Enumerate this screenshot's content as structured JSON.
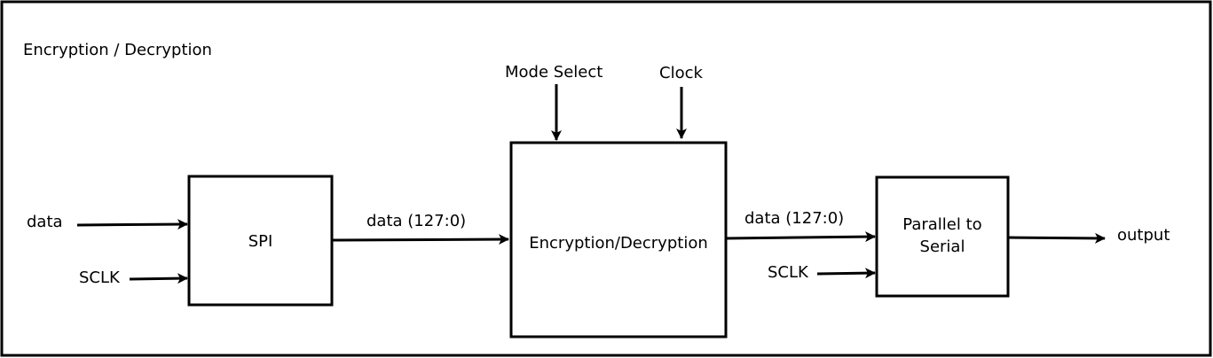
{
  "diagram": {
    "title": "Encryption / Decryption",
    "blocks": {
      "spi": "SPI",
      "core": "Encryption/Decryption",
      "p2s_line1": "Parallel to",
      "p2s_line2": "Serial"
    },
    "signals": {
      "data_in": "data",
      "sclk_in": "SCLK",
      "bus_spi_core": "data (127:0)",
      "mode_select": "Mode Select",
      "clock": "Clock",
      "bus_core_p2s": "data (127:0)",
      "sclk_p2s": "SCLK",
      "output": "output"
    }
  }
}
